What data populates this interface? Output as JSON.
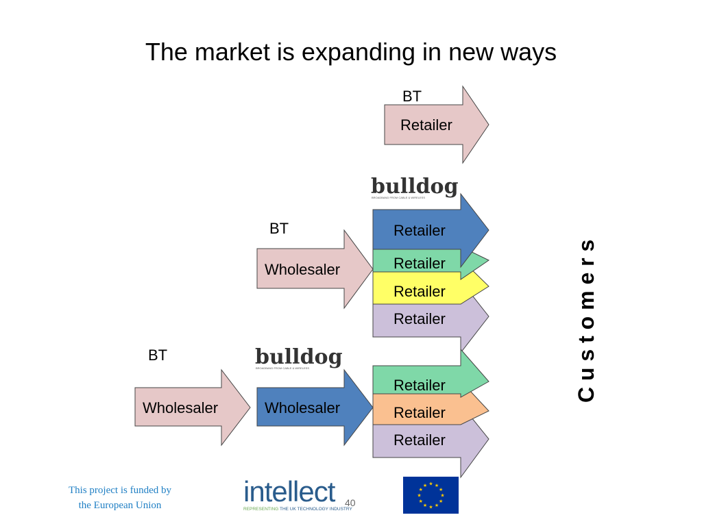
{
  "title": "The market is expanding in new ways",
  "customers_label": "C u s t o m e r s",
  "bt_label": "BT",
  "bulldog_logo": {
    "word": "bulldog",
    "tagline": "BROADBAND FROM CABLE & WIRELESS"
  },
  "top": {
    "retailer_label": "Retailer"
  },
  "middle": {
    "wholesaler_label": "Wholesaler",
    "retailers": [
      {
        "label": "Retailer",
        "color": "#4f81bd"
      },
      {
        "label": "Retailer",
        "color": "#7fd8a8"
      },
      {
        "label": "Retailer",
        "color": "#ffff66"
      },
      {
        "label": "Retailer",
        "color": "#ccc0da"
      }
    ]
  },
  "bottom": {
    "wholesaler_bt_label": "Wholesaler",
    "wholesaler_bulldog_label": "Wholesaler",
    "retailers": [
      {
        "label": "Retailer",
        "color": "#7fd8a8"
      },
      {
        "label": "Retailer",
        "color": "#fac090"
      },
      {
        "label": "Retailer",
        "color": "#ccc0da"
      }
    ]
  },
  "colors": {
    "bt_pink": "#e6c8c8",
    "bulldog_blue": "#4f81bd",
    "eu_blue": "#003399",
    "eu_star": "#ffcc00"
  },
  "footer": {
    "funded_line1": "This project is funded by",
    "funded_line2": "the European Union",
    "intellect_word": "intellect",
    "intellect_tag_green": "REPRESENTING",
    "intellect_tag_rest": " THE UK TECHNOLOGY INDUSTRY",
    "page_number": "40"
  }
}
